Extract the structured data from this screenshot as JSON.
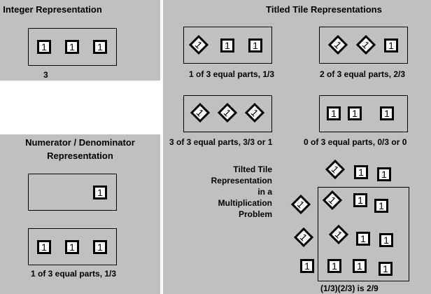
{
  "integer": {
    "title": "Integer Representation",
    "tile_text": "1",
    "caption": "3"
  },
  "numden": {
    "title_line1": "Numerator / Denominator",
    "title_line2": "Representation",
    "tile_text": "1",
    "caption": "1 of 3 equal parts, 1/3"
  },
  "titled": {
    "title": "Titled Tile Representations",
    "tile_text": "1",
    "captions": [
      "1 of 3 equal parts, 1/3",
      "2 of 3 equal parts, 2/3",
      "3 of 3 equal parts, 3/3 or 1",
      "0 of 3 equal parts, 0/3 or 0"
    ],
    "mult_lines": [
      "Tilted Tile",
      "Representation",
      "in a",
      "Multiplication",
      "Problem"
    ],
    "mult_caption": "(1/3)(2/3) is 2/9"
  }
}
